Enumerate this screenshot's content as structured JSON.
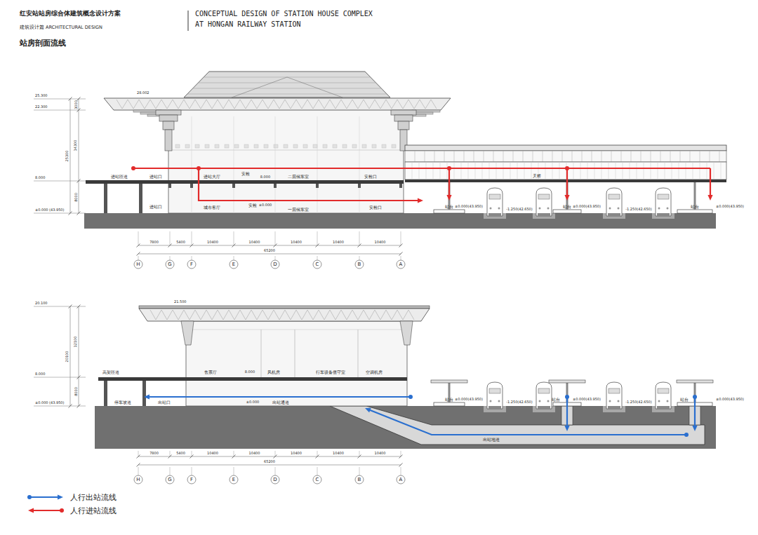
{
  "diagram": {
    "title": "红安站站房综合体建筑概念设计方案",
    "labels": [
      "建筑设计篇 ARCHITECTURAL DESIGN",
      "CONCEPTUAL DESIGN OF STATION HOUSE COMPLEX",
      "AT HONGAN RAILWAY STATION",
      "站房剖面流线",
      "28.002",
      "25.300",
      "22.300",
      "8.000",
      "±0.000 (43.950)",
      "3000",
      "14300",
      "8000",
      "25300",
      "进站匝道",
      "进站口",
      "进站大厅",
      "安检",
      "8.000",
      "二层候车室",
      "安检口",
      "进站口",
      "城市客厅",
      "安检",
      "±0.000",
      "一层候车室",
      "安检口",
      "天桥",
      "站台",
      "±0.000(43.950)",
      "-1.250(42.650)",
      "站台",
      "±0.000(43.950)",
      "-1.250(42.650)",
      "站台",
      "±0.000(43.950)",
      "7800",
      "5400",
      "10400",
      "10400",
      "10400",
      "10400",
      "10400",
      "65200",
      "H",
      "G",
      "F",
      "E",
      "D",
      "C",
      "B",
      "A",
      "21.500",
      "20.100",
      "8.000",
      "±0.000 (43.950)",
      "12100",
      "8000",
      "20100",
      "高架匝道",
      "售票厅",
      "8.000",
      "风机房",
      "行车设备值守室",
      "空调机房",
      "停车坡道",
      "出站口",
      "±0.000",
      "出站通道",
      "站台",
      "±0.000(43.950)",
      "-1.250(42.650)",
      "站台",
      "±0.000(43.950)",
      "-1.250(42.650)",
      "站台",
      "±0.000(43.950)",
      "出站地道",
      "7800",
      "5400",
      "10400",
      "10400",
      "10400",
      "10400",
      "10400",
      "65200",
      "H",
      "G",
      "F",
      "E",
      "D",
      "C",
      "B",
      "A"
    ],
    "legend": [
      {
        "text": "人行出站流线"
      },
      {
        "text": "人行进站流线"
      }
    ]
  }
}
